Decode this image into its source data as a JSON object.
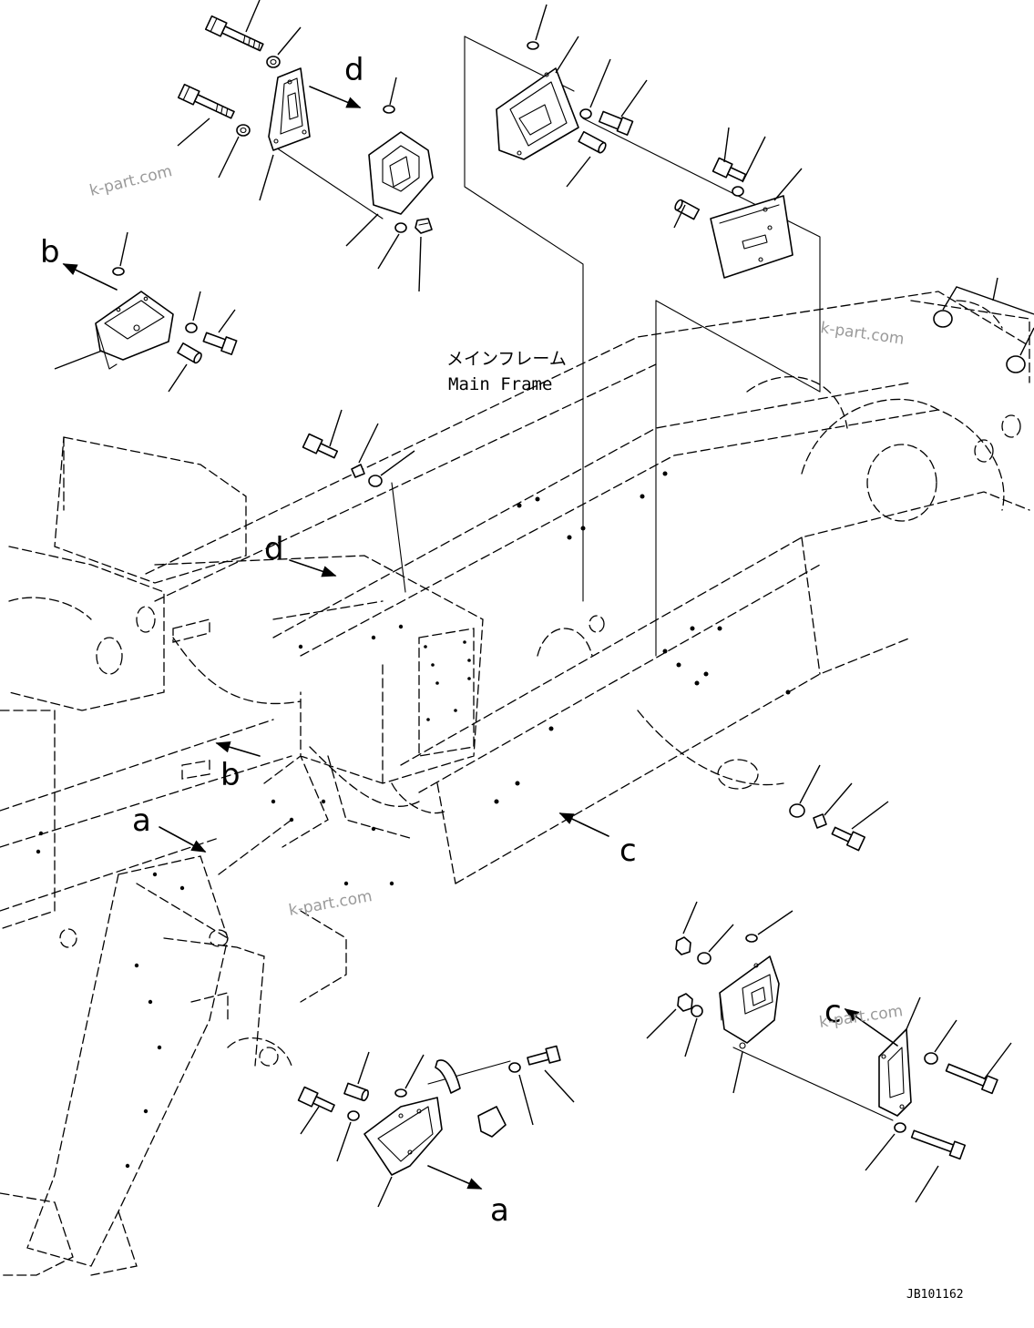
{
  "frame_label": {
    "japanese": "メインフレーム",
    "english": "Main Frame"
  },
  "view_letters": {
    "a_top": "a",
    "a_bottom": "a",
    "b_top": "b",
    "b_mid": "b",
    "c_top": "c",
    "c_mid": "c",
    "d_top": "d",
    "d_mid": "d"
  },
  "watermarks": [
    "k-part.com",
    "k-part.com",
    "k-part.com",
    "k-part.com"
  ],
  "drawing_code": "JB101162"
}
